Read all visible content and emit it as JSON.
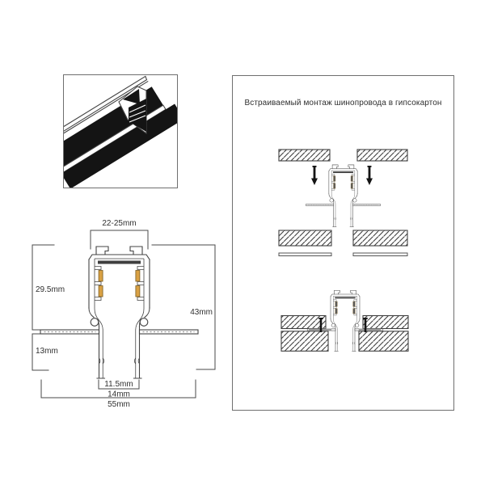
{
  "colors": {
    "line": "#444444",
    "dimension_line": "#4a4a4a",
    "text": "#2f2f2f",
    "conductor_accent": "#d9a144",
    "dark_fill": "#141414",
    "hatch_line": "#3f3f3f",
    "frame_border": "#6f6f6f",
    "hidden_flange_gray": "#9a9a9a"
  },
  "cross_section": {
    "top_width": "22-25mm",
    "upper_height": "29.5mm",
    "total_height": "43mm",
    "recess_depth": "13mm",
    "channel_inner_width": "11.5mm",
    "channel_outer_width": "14mm",
    "flange_width": "55mm"
  },
  "installation": {
    "title": "Встраиваемый монтаж шинопровода в гипсокартон"
  }
}
